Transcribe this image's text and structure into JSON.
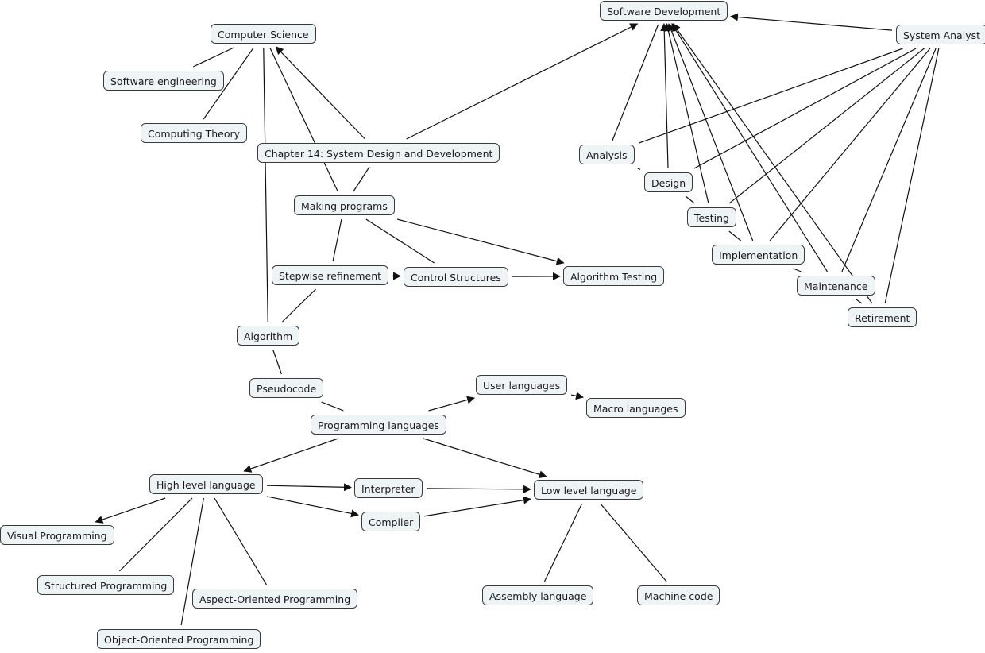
{
  "diagram": {
    "type": "concept-map",
    "colors": {
      "node_fill": "#eef3f6",
      "node_border": "#3a3a3a",
      "edge": "#111111",
      "text": "#1a1a1a"
    },
    "nodes": [
      {
        "id": "computer-science",
        "label": "Computer Science"
      },
      {
        "id": "software-engineering",
        "label": "Software engineering"
      },
      {
        "id": "computing-theory",
        "label": "Computing Theory"
      },
      {
        "id": "chapter-14",
        "label": "Chapter 14: System Design and Development"
      },
      {
        "id": "making-programs",
        "label": "Making programs"
      },
      {
        "id": "stepwise-refinement",
        "label": "Stepwise refinement"
      },
      {
        "id": "control-structures",
        "label": "Control Structures"
      },
      {
        "id": "algorithm-testing",
        "label": "Algorithm Testing"
      },
      {
        "id": "algorithm",
        "label": "Algorithm"
      },
      {
        "id": "pseudocode",
        "label": "Pseudocode"
      },
      {
        "id": "programming-languages",
        "label": "Programming languages"
      },
      {
        "id": "user-languages",
        "label": "User languages"
      },
      {
        "id": "macro-languages",
        "label": "Macro languages"
      },
      {
        "id": "high-level-language",
        "label": "High level language"
      },
      {
        "id": "interpreter",
        "label": "Interpreter"
      },
      {
        "id": "compiler",
        "label": "Compiler"
      },
      {
        "id": "low-level-language",
        "label": "Low level language"
      },
      {
        "id": "visual-programming",
        "label": "Visual Programming"
      },
      {
        "id": "structured-programming",
        "label": "Structured Programming"
      },
      {
        "id": "aspect-oriented-programming",
        "label": "Aspect-Oriented Programming"
      },
      {
        "id": "object-oriented-programming",
        "label": "Object-Oriented Programming"
      },
      {
        "id": "assembly-language",
        "label": "Assembly language"
      },
      {
        "id": "machine-code",
        "label": "Machine code"
      },
      {
        "id": "software-development",
        "label": "Software Development"
      },
      {
        "id": "system-analyst",
        "label": "System Analyst"
      },
      {
        "id": "analysis",
        "label": "Analysis"
      },
      {
        "id": "design",
        "label": "Design"
      },
      {
        "id": "testing",
        "label": "Testing"
      },
      {
        "id": "implementation",
        "label": "Implementation"
      },
      {
        "id": "maintenance",
        "label": "Maintenance"
      },
      {
        "id": "retirement",
        "label": "Retirement"
      }
    ],
    "edges": [
      {
        "from": "computer-science",
        "to": "software-engineering",
        "arrow": false
      },
      {
        "from": "computer-science",
        "to": "computing-theory",
        "arrow": false
      },
      {
        "from": "computer-science",
        "to": "making-programs",
        "arrow": false
      },
      {
        "from": "computer-science",
        "to": "algorithm",
        "arrow": false
      },
      {
        "from": "chapter-14",
        "to": "computer-science",
        "arrow": true
      },
      {
        "from": "chapter-14",
        "to": "software-development",
        "arrow": true
      },
      {
        "from": "chapter-14",
        "to": "making-programs",
        "arrow": false
      },
      {
        "from": "making-programs",
        "to": "stepwise-refinement",
        "arrow": false
      },
      {
        "from": "making-programs",
        "to": "control-structures",
        "arrow": false
      },
      {
        "from": "making-programs",
        "to": "algorithm-testing",
        "arrow": true
      },
      {
        "from": "stepwise-refinement",
        "to": "control-structures",
        "arrow": true
      },
      {
        "from": "control-structures",
        "to": "algorithm-testing",
        "arrow": true
      },
      {
        "from": "stepwise-refinement",
        "to": "algorithm",
        "arrow": false
      },
      {
        "from": "algorithm",
        "to": "pseudocode",
        "arrow": false
      },
      {
        "from": "pseudocode",
        "to": "programming-languages",
        "arrow": false
      },
      {
        "from": "programming-languages",
        "to": "user-languages",
        "arrow": true
      },
      {
        "from": "user-languages",
        "to": "macro-languages",
        "arrow": true
      },
      {
        "from": "programming-languages",
        "to": "high-level-language",
        "arrow": true
      },
      {
        "from": "programming-languages",
        "to": "low-level-language",
        "arrow": true
      },
      {
        "from": "high-level-language",
        "to": "interpreter",
        "arrow": true
      },
      {
        "from": "high-level-language",
        "to": "compiler",
        "arrow": true
      },
      {
        "from": "interpreter",
        "to": "low-level-language",
        "arrow": true
      },
      {
        "from": "compiler",
        "to": "low-level-language",
        "arrow": true
      },
      {
        "from": "high-level-language",
        "to": "visual-programming",
        "arrow": true
      },
      {
        "from": "high-level-language",
        "to": "structured-programming",
        "arrow": false
      },
      {
        "from": "high-level-language",
        "to": "object-oriented-programming",
        "arrow": false
      },
      {
        "from": "high-level-language",
        "to": "aspect-oriented-programming",
        "arrow": false
      },
      {
        "from": "low-level-language",
        "to": "assembly-language",
        "arrow": false
      },
      {
        "from": "low-level-language",
        "to": "machine-code",
        "arrow": false
      },
      {
        "from": "system-analyst",
        "to": "software-development",
        "arrow": true
      },
      {
        "from": "system-analyst",
        "to": "analysis",
        "arrow": false
      },
      {
        "from": "system-analyst",
        "to": "design",
        "arrow": false
      },
      {
        "from": "system-analyst",
        "to": "testing",
        "arrow": false
      },
      {
        "from": "system-analyst",
        "to": "implementation",
        "arrow": false
      },
      {
        "from": "system-analyst",
        "to": "maintenance",
        "arrow": false
      },
      {
        "from": "system-analyst",
        "to": "retirement",
        "arrow": false
      },
      {
        "from": "software-development",
        "to": "analysis",
        "arrow": false
      },
      {
        "from": "design",
        "to": "software-development",
        "arrow": true
      },
      {
        "from": "testing",
        "to": "software-development",
        "arrow": true
      },
      {
        "from": "implementation",
        "to": "software-development",
        "arrow": true
      },
      {
        "from": "maintenance",
        "to": "software-development",
        "arrow": true
      },
      {
        "from": "retirement",
        "to": "software-development",
        "arrow": true
      },
      {
        "from": "analysis",
        "to": "design",
        "arrow": false
      },
      {
        "from": "design",
        "to": "testing",
        "arrow": false
      },
      {
        "from": "testing",
        "to": "implementation",
        "arrow": false
      },
      {
        "from": "implementation",
        "to": "maintenance",
        "arrow": false
      },
      {
        "from": "maintenance",
        "to": "retirement",
        "arrow": false
      }
    ]
  }
}
